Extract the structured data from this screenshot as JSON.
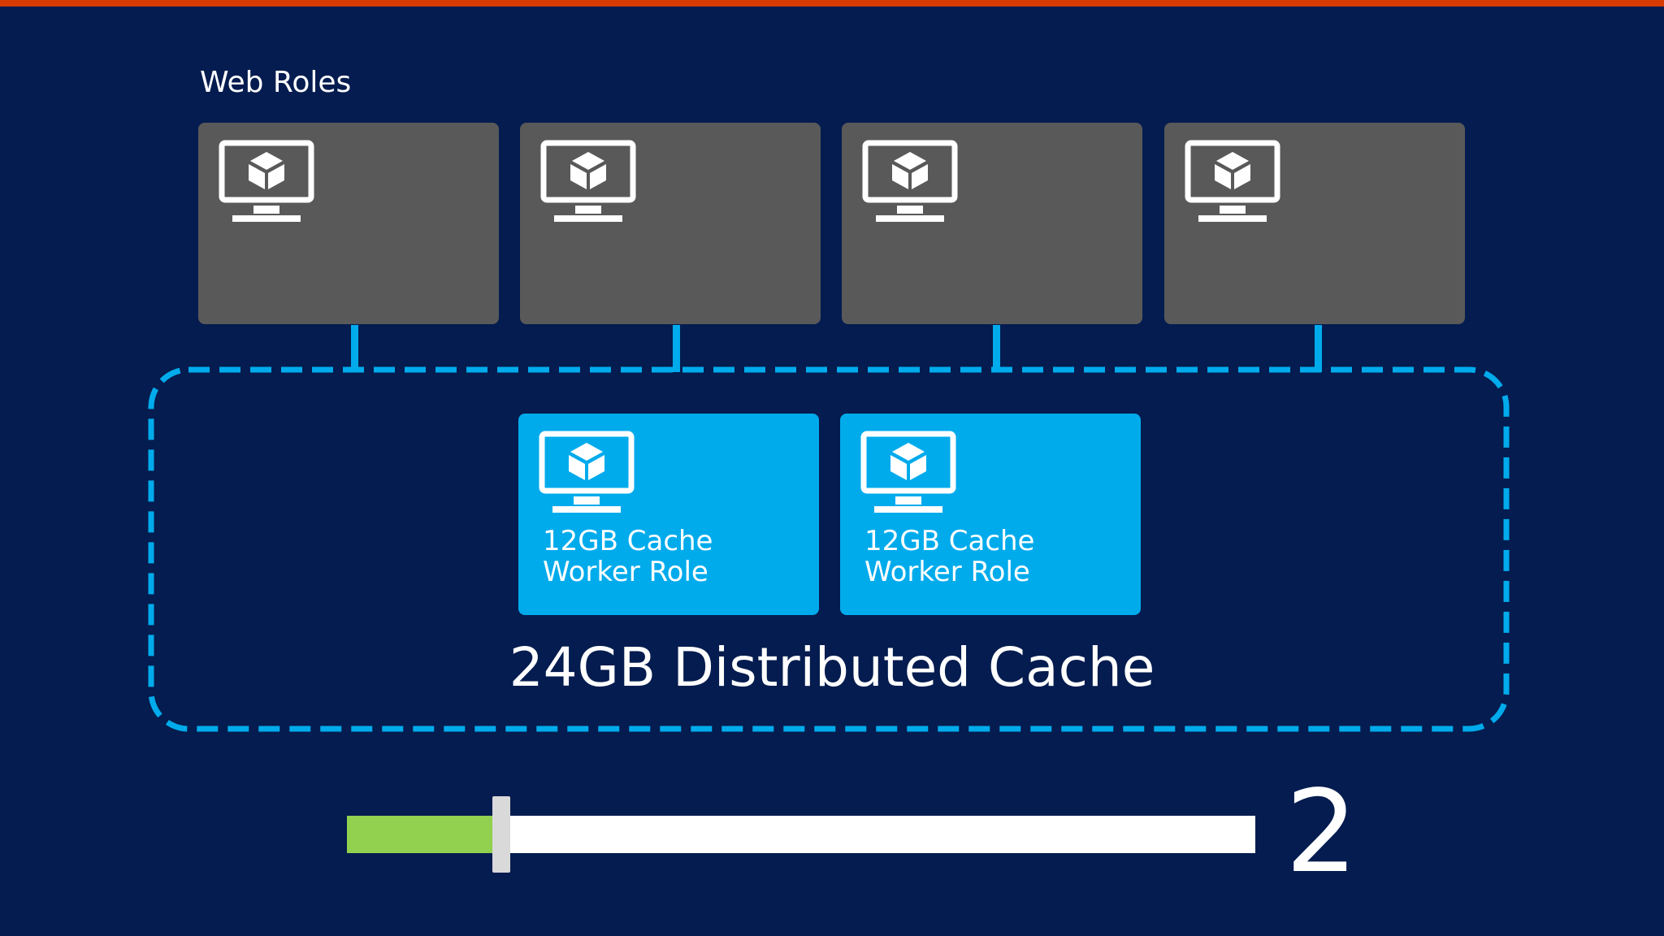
{
  "colors": {
    "background": "#041c4f",
    "accent_bar": "#d83b01",
    "web_role_tile": "#595959",
    "worker_role_tile": "#00abec",
    "connector": "#00abec",
    "slider_fill": "#92d050",
    "slider_track": "#ffffff"
  },
  "web_roles": {
    "heading": "Web Roles",
    "tiles": [
      {
        "icon": "monitor-cube-icon"
      },
      {
        "icon": "monitor-cube-icon"
      },
      {
        "icon": "monitor-cube-icon"
      },
      {
        "icon": "monitor-cube-icon"
      }
    ]
  },
  "cache": {
    "title": "24GB Distributed Cache",
    "workers": [
      {
        "icon": "monitor-cube-icon",
        "label": "12GB Cache\nWorker Role"
      },
      {
        "icon": "monitor-cube-icon",
        "label": "12GB Cache\nWorker Role"
      }
    ]
  },
  "slider": {
    "value_fraction": 0.17,
    "count": "2"
  }
}
